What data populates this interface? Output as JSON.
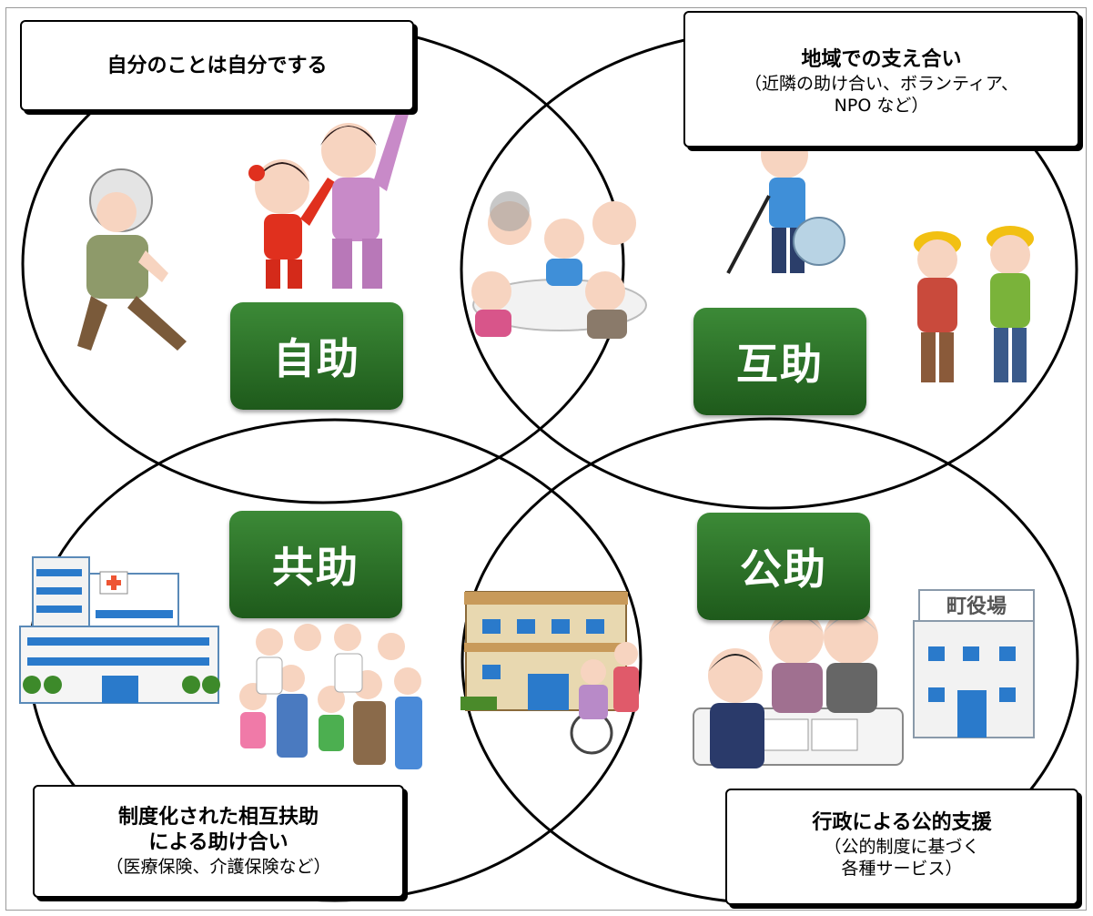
{
  "labels": {
    "self_help": "自助",
    "mutual_help": "互助",
    "cooperative_help": "共助",
    "public_help": "公助"
  },
  "callouts": {
    "self_help": {
      "title": "自分のことは自分でする"
    },
    "mutual_help": {
      "title": "地域での支え合い",
      "sub1": "（近隣の助け合い、ボランティア、",
      "sub2": "NPO など）"
    },
    "cooperative_help": {
      "title1": "制度化された相互扶助",
      "title2": "による助け合い",
      "sub": "（医療保険、介護保険など）"
    },
    "public_help": {
      "title": "行政による公的支援",
      "sub1": "（公的制度に基づく",
      "sub2": "各種サービス）"
    }
  },
  "illustrations": {
    "town_hall_sign": "町役場"
  },
  "colors": {
    "label_green_top": "#3c8a37",
    "label_green_bottom": "#1e5a1b"
  }
}
